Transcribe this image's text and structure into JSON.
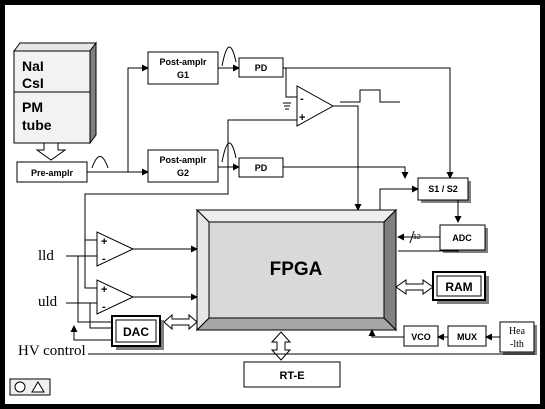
{
  "detector": {
    "line1": "NaI",
    "line2": "CsI"
  },
  "pm_tube": {
    "line1": "PM",
    "line2": "tube"
  },
  "pre_amp": "Pre-amplr",
  "post_amp_g1": {
    "line1": "Post-amplr",
    "line2": "G1"
  },
  "post_amp_g2": {
    "line1": "Post-amplr",
    "line2": "G2"
  },
  "pd1": "PD",
  "pd2": "PD",
  "s1s2": "S1 / S2",
  "adc": "ADC",
  "adc_bus": "12",
  "fpga": "FPGA",
  "ram": "RAM",
  "dac": "DAC",
  "vco": "VCO",
  "mux": "MUX",
  "health": {
    "line1": "Hea",
    "line2": "-lth"
  },
  "rte": "RT-E",
  "lld": "lld",
  "uld": "uld",
  "hv_control": "HV control",
  "comparator_signs": {
    "minus": "-",
    "plus": "+"
  },
  "colors": {
    "page": "#ffffff",
    "border": "#000000",
    "fpga_face": "#d9d9d9",
    "block_shadow": "#808080"
  }
}
